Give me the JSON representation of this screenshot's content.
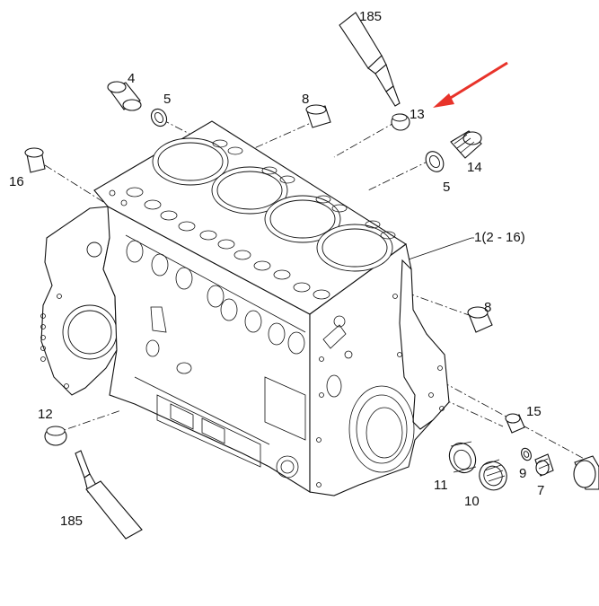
{
  "labels": {
    "p185_top": "185",
    "p4": "4",
    "p5_top": "5",
    "p8_top": "8",
    "p13": "13",
    "p14": "14",
    "p16": "16",
    "p5_right": "5",
    "p1": "1(2 - 16)",
    "p8_right": "8",
    "p12": "12",
    "p15": "15",
    "p11": "11",
    "p9": "9",
    "p7": "7",
    "p10": "10",
    "p185_bottom": "185"
  },
  "colors": {
    "line": "#111111",
    "arrow": "#e8332a",
    "background": "#ffffff"
  },
  "icons": {
    "highlight": "red-arrow-icon",
    "sealant": "sealant-tube-icon"
  }
}
